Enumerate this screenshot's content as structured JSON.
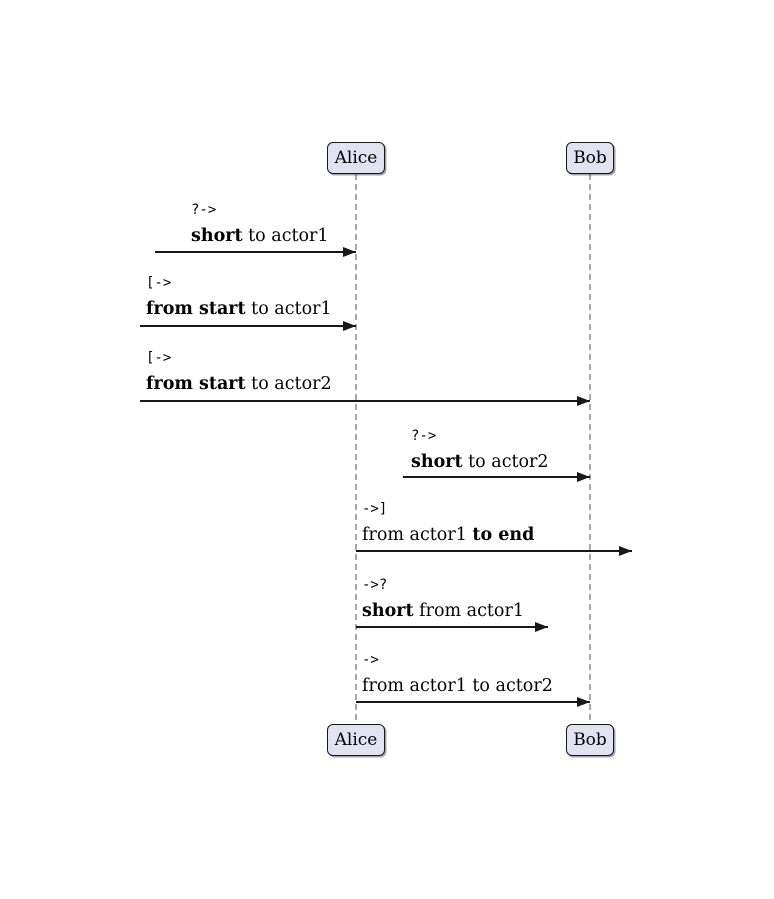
{
  "diagram_type": "sequence-diagram",
  "colors": {
    "actor_fill": "#E2E2F0",
    "actor_border": "#181818",
    "arrow": "#181818",
    "lifeline": "#A8A8A8",
    "background": "#FFFFFF"
  },
  "actors": {
    "alice": "Alice",
    "bob": "Bob"
  },
  "messages": [
    {
      "code": "?->",
      "pre": "",
      "bold": "short",
      "post": " to actor1",
      "source": "short-left",
      "target": "Alice"
    },
    {
      "code": "[->",
      "pre": "",
      "bold": "from start",
      "post": " to actor1",
      "source": "left-edge",
      "target": "Alice"
    },
    {
      "code": "[->",
      "pre": "",
      "bold": "from start",
      "post": " to actor2",
      "source": "left-edge",
      "target": "Bob"
    },
    {
      "code": "?->",
      "pre": "",
      "bold": "short",
      "post": " to actor2",
      "source": "short-left",
      "target": "Bob"
    },
    {
      "code": "->]",
      "pre": "from actor1 ",
      "bold": "to end",
      "post": "",
      "source": "Alice",
      "target": "right-edge"
    },
    {
      "code": "->?",
      "pre": "",
      "bold": "short",
      "post": " from actor1",
      "source": "Alice",
      "target": "short-right"
    },
    {
      "code": "->",
      "pre": "from actor1 to actor2",
      "bold": "",
      "post": "",
      "source": "Alice",
      "target": "Bob"
    }
  ]
}
